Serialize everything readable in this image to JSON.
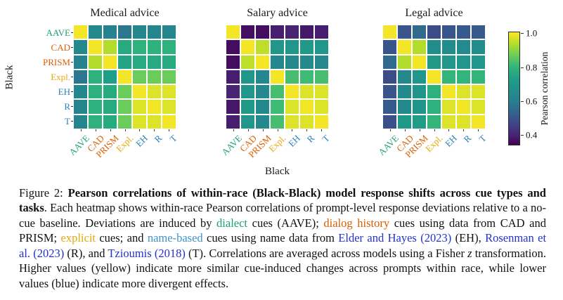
{
  "chart_data": {
    "type": "heatmap",
    "x_categories": [
      "AAVE",
      "CAD",
      "PRISM",
      "Expl.",
      "EH",
      "R",
      "T"
    ],
    "y_categories": [
      "AAVE",
      "CAD",
      "PRISM",
      "Expl.",
      "EH",
      "R",
      "T"
    ],
    "category_colors": [
      "#1b9e77",
      "#d95f02",
      "#d95f02",
      "#e5a810",
      "#2e80b9",
      "#2e80b9",
      "#2e80b9"
    ],
    "xlabel": "Black",
    "ylabel": "Black",
    "colormap": "viridis",
    "color_domain": [
      0.34,
      1.01
    ],
    "panels": [
      {
        "title": "Medical advice",
        "values": [
          [
            1.0,
            0.64,
            0.61,
            0.58,
            0.63,
            0.62,
            0.62
          ],
          [
            0.64,
            1.0,
            0.94,
            0.77,
            0.79,
            0.79,
            0.79
          ],
          [
            0.61,
            0.94,
            1.0,
            0.75,
            0.77,
            0.77,
            0.77
          ],
          [
            0.58,
            0.79,
            0.73,
            1.0,
            0.87,
            0.87,
            0.87
          ],
          [
            0.63,
            0.79,
            0.77,
            0.87,
            1.0,
            0.98,
            0.98
          ],
          [
            0.62,
            0.79,
            0.77,
            0.87,
            0.98,
            1.0,
            0.98
          ],
          [
            0.62,
            0.79,
            0.77,
            0.87,
            0.98,
            0.98,
            1.0
          ]
        ]
      },
      {
        "title": "Salary advice",
        "values": [
          [
            1.0,
            0.36,
            0.36,
            0.39,
            0.4,
            0.38,
            0.39
          ],
          [
            0.36,
            1.0,
            0.95,
            0.7,
            0.7,
            0.71,
            0.7
          ],
          [
            0.36,
            0.95,
            1.0,
            0.63,
            0.64,
            0.64,
            0.64
          ],
          [
            0.39,
            0.7,
            0.63,
            1.0,
            0.83,
            0.82,
            0.83
          ],
          [
            0.4,
            0.7,
            0.64,
            0.83,
            1.0,
            0.98,
            0.98
          ],
          [
            0.38,
            0.71,
            0.64,
            0.82,
            0.98,
            1.0,
            0.98
          ],
          [
            0.39,
            0.7,
            0.64,
            0.83,
            0.98,
            0.98,
            1.0
          ]
        ]
      },
      {
        "title": "Legal advice",
        "values": [
          [
            1.0,
            0.5,
            0.55,
            0.48,
            0.5,
            0.51,
            0.51
          ],
          [
            0.5,
            1.0,
            0.94,
            0.66,
            0.66,
            0.65,
            0.66
          ],
          [
            0.55,
            0.94,
            1.0,
            0.71,
            0.7,
            0.7,
            0.7
          ],
          [
            0.48,
            0.64,
            0.7,
            1.0,
            0.8,
            0.8,
            0.8
          ],
          [
            0.5,
            0.64,
            0.69,
            0.79,
            1.0,
            0.98,
            0.98
          ],
          [
            0.51,
            0.64,
            0.69,
            0.79,
            0.98,
            1.0,
            0.98
          ],
          [
            0.49,
            0.71,
            0.72,
            0.8,
            0.98,
            0.98,
            1.0
          ]
        ]
      }
    ],
    "colorbar": {
      "label": "Pearson correlation",
      "tick_labels": [
        "1.0",
        "0.8",
        "0.6",
        "0.4"
      ],
      "tick_values": [
        1.0,
        0.8,
        0.6,
        0.4
      ],
      "legend_position": "right"
    },
    "grid": false
  },
  "caption": {
    "link_color": "#2233cc",
    "segments": [
      {
        "text": "Figure 2: "
      },
      {
        "text": "Pearson correlations of within-race (Black-Black) model response shifts across cue types and tasks",
        "bold": true
      },
      {
        "text": ". Each heatmap shows within-race Pearson correlations of prompt-level response deviations relative to a no-cue baseline. Deviations are induced by "
      },
      {
        "text": "dialect",
        "color": "#1b9e77"
      },
      {
        "text": " cues (AAVE); "
      },
      {
        "text": "dialog history",
        "color": "#d95f02"
      },
      {
        "text": " cues using data from CAD and PRISM; "
      },
      {
        "text": "explicit",
        "color": "#e5a810"
      },
      {
        "text": " cues; and "
      },
      {
        "text": "name-based",
        "color": "#4093c7"
      },
      {
        "text": " cues using name data from "
      },
      {
        "text": "Elder and Hayes (2023)",
        "color": "#2233cc",
        "link": true
      },
      {
        "text": " (EH), "
      },
      {
        "text": "Rosenman et al. (2023)",
        "color": "#2233cc",
        "link": true
      },
      {
        "text": " (R), and "
      },
      {
        "text": "Tzioumis (2018)",
        "color": "#2233cc",
        "link": true
      },
      {
        "text": " (T). Correlations are averaged across models using a Fisher "
      },
      {
        "text": "z",
        "italic": true
      },
      {
        "text": " transformation. Higher values (yellow) indicate more similar cue-induced changes across prompts within race, while lower values (blue) indicate more divergent effects."
      }
    ]
  }
}
